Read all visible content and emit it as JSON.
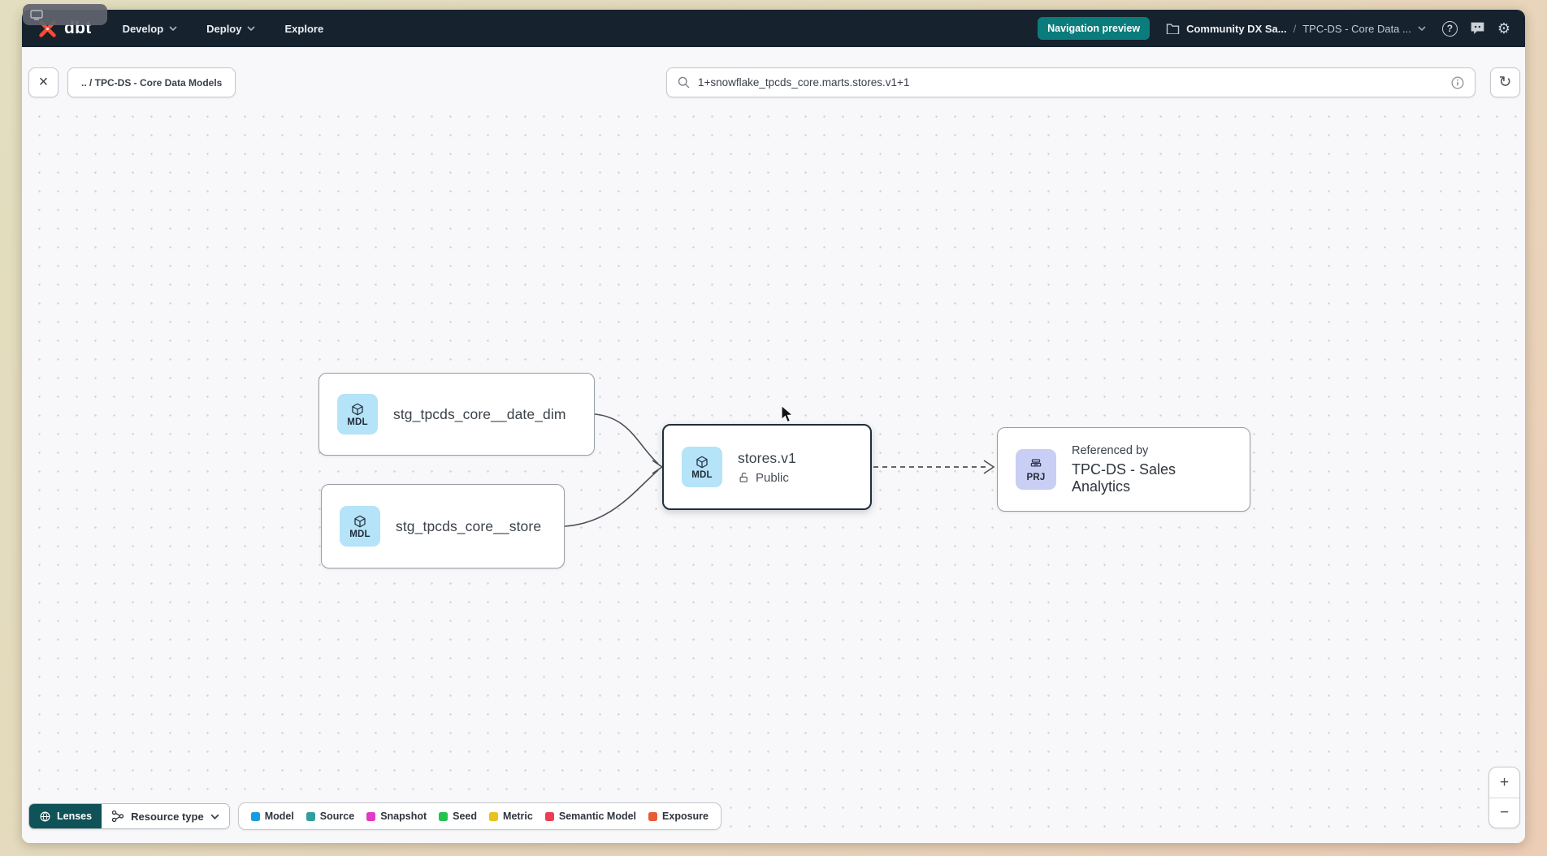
{
  "colors": {
    "navbar_bg": "#16222e",
    "accent_teal": "#0b7c7c",
    "lenses_bg": "#0f5258",
    "model_badge_bg": "#b5e3f8",
    "project_badge_bg": "#c9cef4",
    "selected_border": "#202e3c",
    "logo_orange": "#ff4a2f"
  },
  "navbar": {
    "logo_text": "dbt",
    "menus": [
      {
        "label": "Develop"
      },
      {
        "label": "Deploy"
      },
      {
        "label": "Explore"
      }
    ],
    "preview_badge": "Navigation preview",
    "breadcrumb": {
      "project": "Community DX Sa...",
      "separator": "/",
      "section": "TPC-DS - Core Data ..."
    },
    "icons": {
      "help": "?",
      "gear": "⚙"
    }
  },
  "toolbar": {
    "close_glyph": "×",
    "breadcrumb_chip": ".. / TPC-DS - Core Data Models",
    "search_value": "1+snowflake_tpcds_core.marts.stores.v1+1",
    "refresh_glyph": "↻"
  },
  "graph": {
    "nodes": [
      {
        "badge": "MDL",
        "label": "stg_tpcds_core__date_dim"
      },
      {
        "badge": "MDL",
        "label": "stg_tpcds_core__store"
      },
      {
        "badge": "MDL",
        "label": "stores.v1",
        "visibility": "Public"
      },
      {
        "badge": "PRJ",
        "kicker": "Referenced by",
        "label": "TPC-DS - Sales Analytics"
      }
    ]
  },
  "footer": {
    "lenses_label": "Lenses",
    "resource_type_label": "Resource type",
    "legend": [
      {
        "label": "Model",
        "color": "#169de0"
      },
      {
        "label": "Source",
        "color": "#2f9e9e"
      },
      {
        "label": "Snapshot",
        "color": "#e23ac5"
      },
      {
        "label": "Seed",
        "color": "#24c24f"
      },
      {
        "label": "Metric",
        "color": "#e9c21c"
      },
      {
        "label": "Semantic Model",
        "color": "#ea3e56"
      },
      {
        "label": "Exposure",
        "color": "#e85d33"
      }
    ]
  },
  "zoom_controls": {
    "zoom_in": "+",
    "zoom_out": "−"
  }
}
